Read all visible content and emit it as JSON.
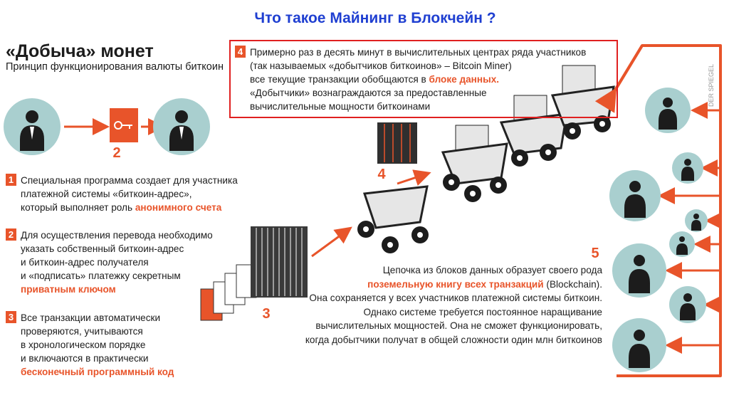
{
  "main_title": "Что такое Майнинг в Блокчейн ?",
  "diagram": {
    "title": "«Добыча» монет",
    "subtitle": "Принцип функционирования валюты биткоин",
    "watermark": "DER SPIEGEL"
  },
  "labels": {
    "n2": "2",
    "n3": "3",
    "n4": "4",
    "n5": "5"
  },
  "steps": {
    "s1": {
      "num": "1",
      "l1": "Специальная программа создает для участника",
      "l2": "платежной системы «биткоин-адрес»,",
      "l3": "который выполняет роль ",
      "hl": "анонимного счета"
    },
    "s2": {
      "num": "2",
      "l1": "Для осуществления перевода необходимо",
      "l2": "указать собственный биткоин-адрес",
      "l3": "и биткоин-адрес получателя",
      "l4": "и «подписать» платежку секретным",
      "hl": "приватным ключом"
    },
    "s3": {
      "num": "3",
      "l1": "Все транзакции автоматически",
      "l2": "проверяются, учитываются",
      "l3": "в хронологическом порядке",
      "l4": "и включаются в практически",
      "hl": "бесконечный программный код"
    },
    "s4": {
      "num": "4",
      "l1": "Примерно раз в десять минут в вычислительных центрах ряда участников",
      "l2": "(так называемых «добытчиков биткоинов» – Bitcoin Miner)",
      "l3a": "все текущие транзакции обобщаются в ",
      "l3hl": "блоке данных.",
      "l4": "«Добытчики» вознаграждаются за предоставленные",
      "l5": "вычислительные мощности биткоинами"
    },
    "s5": {
      "l1": "Цепочка из блоков данных образует своего рода",
      "l2hl": "поземельную книгу всех транзакций",
      "l2b": " (Blockchain).",
      "l3": "Она сохраняется у всех участников платежной системы биткоин.",
      "l4": "Однако системе требуется постоянное наращивание",
      "l5": "вычислительных мощностей. Она не сможет функционировать,",
      "l6": "когда добытчики получат в общей сложности один млн биткоинов"
    }
  },
  "colors": {
    "accent": "#e8542a",
    "title_blue": "#1f3fd1",
    "frame_red": "#e02020",
    "person_bg": "#a9cfcf",
    "dark": "#1c1c1c"
  },
  "icons": [
    "person-icon",
    "key-icon",
    "mining-cart-icon",
    "data-block-icon",
    "arrow-icon"
  ]
}
